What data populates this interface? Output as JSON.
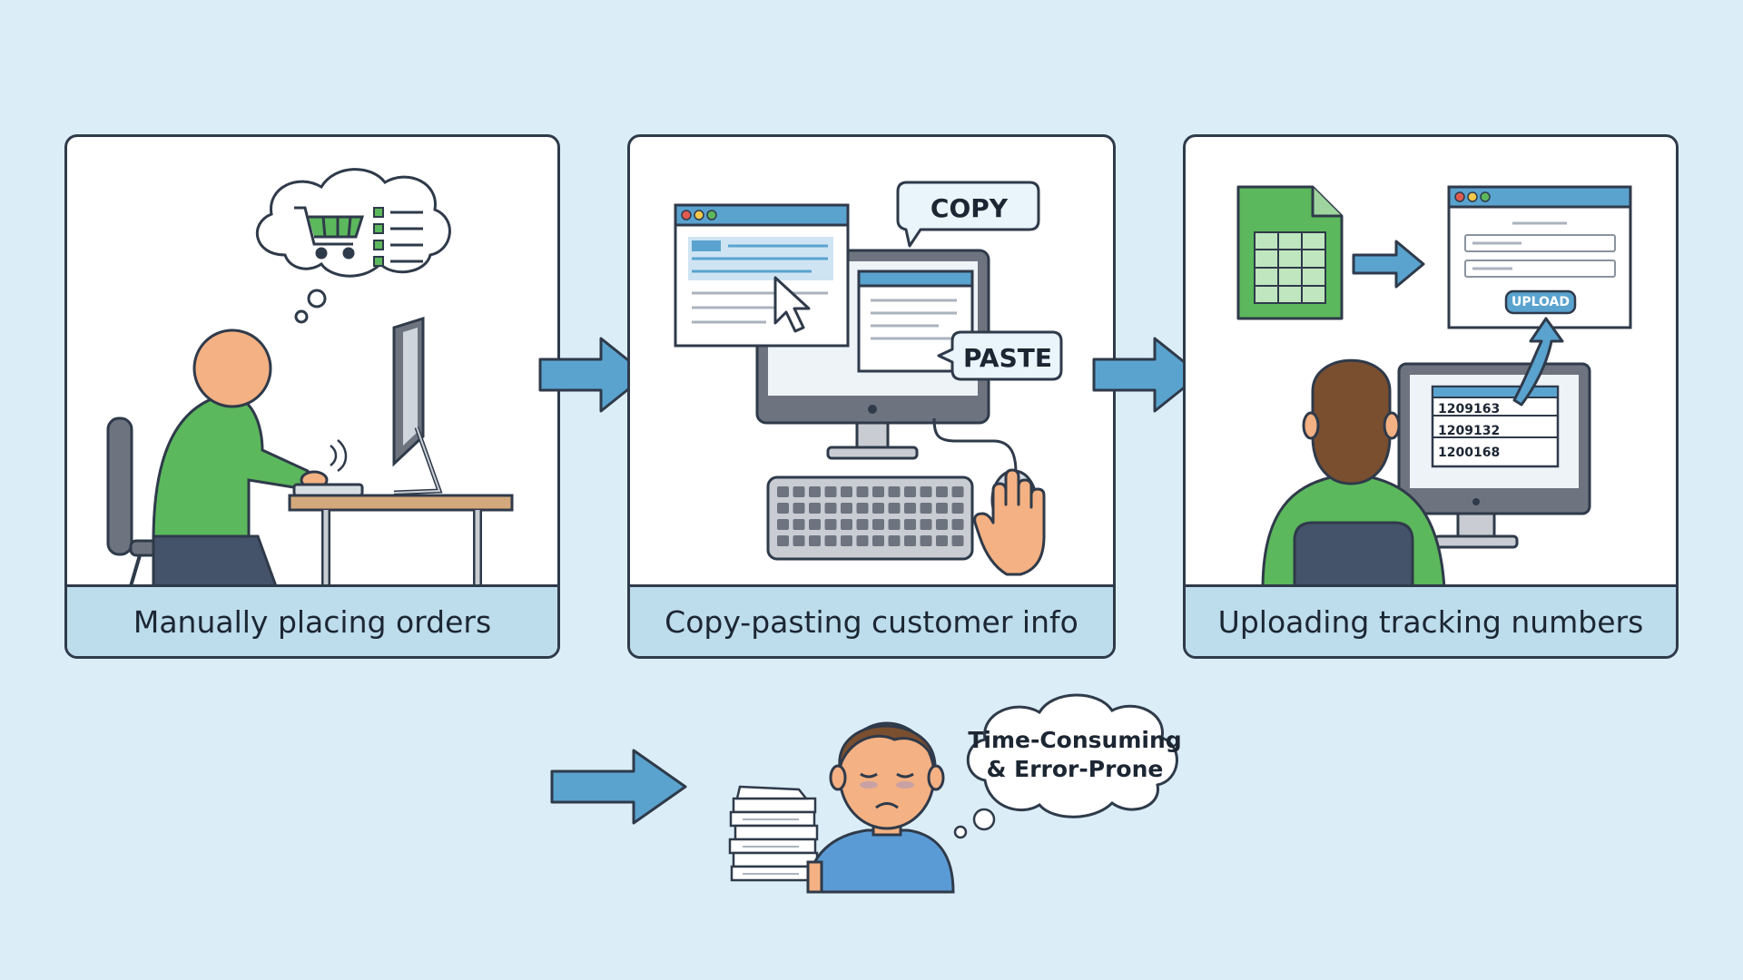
{
  "panels": [
    {
      "caption": "Manually placing orders"
    },
    {
      "caption": "Copy-pasting customer info",
      "copy_label": "COPY",
      "paste_label": "PASTE"
    },
    {
      "caption": "Uploading tracking numbers",
      "upload_label": "UPLOAD",
      "tracking_numbers": [
        "1209163",
        "1209132",
        "1200168"
      ]
    }
  ],
  "outcome": {
    "line1": "Time-Consuming",
    "line2": "& Error-Prone"
  },
  "colors": {
    "background": "#dbeef7",
    "caption_bar": "#bddcec",
    "arrow": "#5aa3cf",
    "outline": "#2f3a4a",
    "shirt_green": "#5cb85c",
    "skin": "#f4b183",
    "hair_brown": "#7a4f30",
    "shirt_blue": "#5b9bd5"
  }
}
